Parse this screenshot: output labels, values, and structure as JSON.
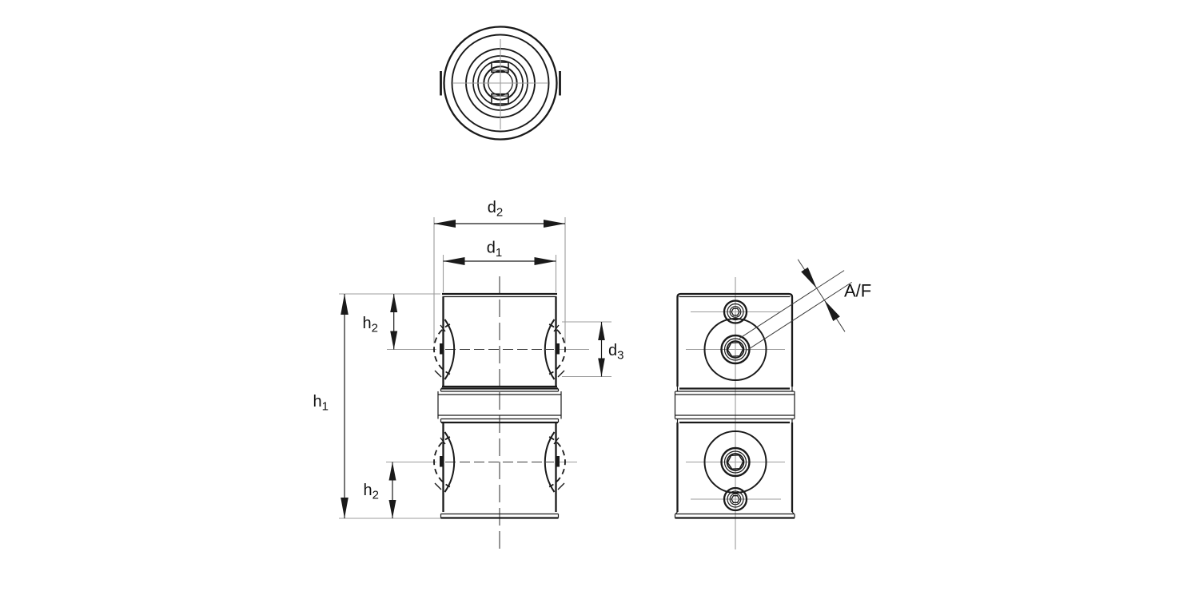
{
  "drawing": {
    "background": "#ffffff",
    "colors": {
      "outline": "#1a1a1a",
      "centerline": "#9c9c9c",
      "axis_dash": "#3d3d3d",
      "dimension": "#1a1a1a",
      "label": "#111111"
    },
    "labels": {
      "d2": {
        "base": "d",
        "sub": "2"
      },
      "d1": {
        "base": "d",
        "sub": "1"
      },
      "h2_upper": {
        "base": "h",
        "sub": "2"
      },
      "h1": {
        "base": "h",
        "sub": "1"
      },
      "h2_lower": {
        "base": "h",
        "sub": "2"
      },
      "d3": {
        "base": "d",
        "sub": "3"
      },
      "af": {
        "base": "A/F",
        "sub": ""
      }
    }
  }
}
